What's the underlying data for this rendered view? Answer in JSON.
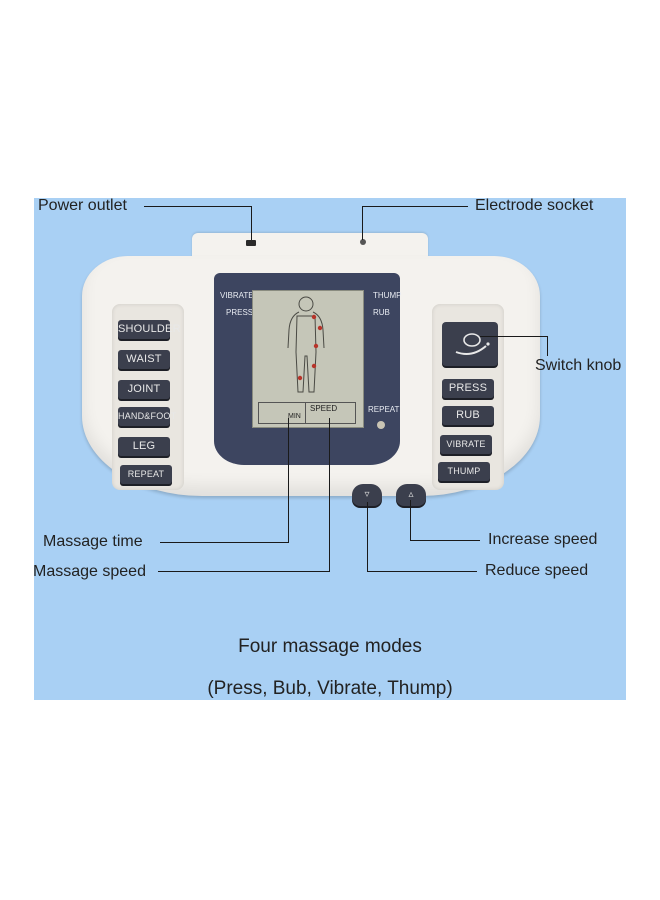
{
  "callouts": {
    "power_outlet": "Power outlet",
    "electrode_socket": "Electrode socket",
    "switch_knob": "Switch knob",
    "massage_time": "Massage time",
    "massage_speed": "Massage speed",
    "increase_speed": "Increase speed",
    "reduce_speed": "Reduce speed"
  },
  "screen": {
    "vibrate": "VIBRATE",
    "press": "PRESS",
    "thump": "THUMP",
    "rub": "RUB",
    "min": "MIN",
    "speed": "SPEED",
    "repeat": "REPEAT"
  },
  "left_buttons": [
    "SHOULDER",
    "WAIST",
    "JOINT",
    "HAND&FOOT",
    "LEG",
    "REPEAT"
  ],
  "right_buttons": [
    "PRESS",
    "RUB",
    "VIBRATE",
    "THUMP"
  ],
  "caption": {
    "line1": "Four massage modes",
    "line2": "(Press, Bub, Vibrate, Thump)"
  },
  "colors": {
    "panel_background": "#a9d0f4",
    "device_body": "#f4f2ee",
    "button_fill": "#3b3f4d",
    "screen_bezel": "#3d4560",
    "lcd": "#c5c6b8"
  },
  "icons": {
    "switch_knob": "power-swirl-icon",
    "increase_speed": "up-arrow-icon",
    "reduce_speed": "down-arrow-icon"
  }
}
